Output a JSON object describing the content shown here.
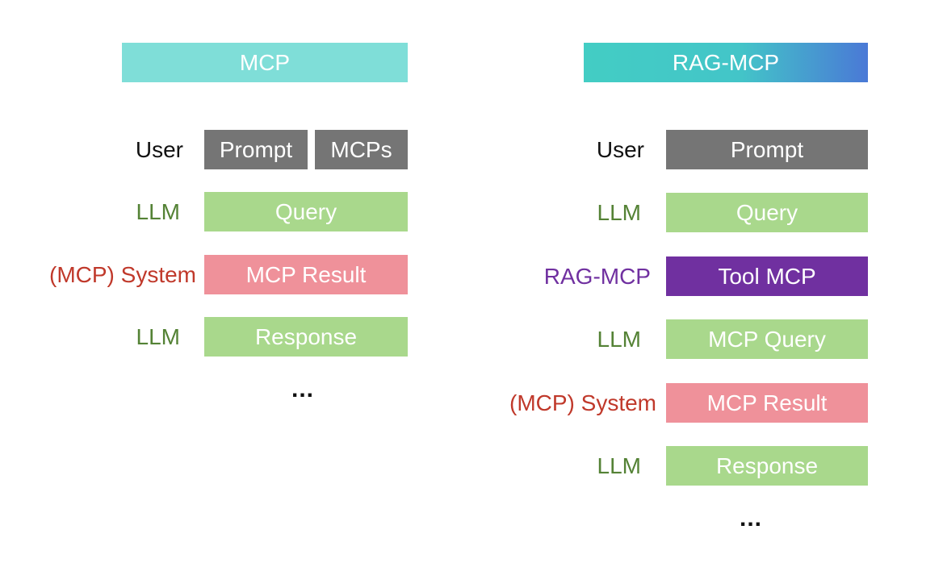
{
  "colors": {
    "mcp_header": "#7fded8",
    "rag_header_start": "#43cdc4",
    "rag_header_end": "#4a79d6",
    "user_box": "#757575",
    "llm_box": "#a9d88c",
    "result_box": "#ef919a",
    "tool_box": "#7030a0",
    "user_text": "#111111",
    "llm_text": "#548235",
    "system_text": "#c0392b",
    "rag_text": "#7030a0"
  },
  "mcp": {
    "header": "MCP",
    "rows": [
      {
        "role": "User",
        "boxes": [
          "Prompt",
          "MCPs"
        ]
      },
      {
        "role": "LLM",
        "boxes": [
          "Query"
        ]
      },
      {
        "role": "(MCP) System",
        "boxes": [
          "MCP Result"
        ]
      },
      {
        "role": "LLM",
        "boxes": [
          "Response"
        ]
      }
    ],
    "ellipsis": "..."
  },
  "rag_mcp": {
    "header": "RAG-MCP",
    "rows": [
      {
        "role": "User",
        "boxes": [
          "Prompt"
        ]
      },
      {
        "role": "LLM",
        "boxes": [
          "Query"
        ]
      },
      {
        "role": "RAG-MCP",
        "boxes": [
          "Tool MCP"
        ]
      },
      {
        "role": "LLM",
        "boxes": [
          "MCP Query"
        ]
      },
      {
        "role": "(MCP) System",
        "boxes": [
          "MCP Result"
        ]
      },
      {
        "role": "LLM",
        "boxes": [
          "Response"
        ]
      }
    ],
    "ellipsis": "..."
  }
}
